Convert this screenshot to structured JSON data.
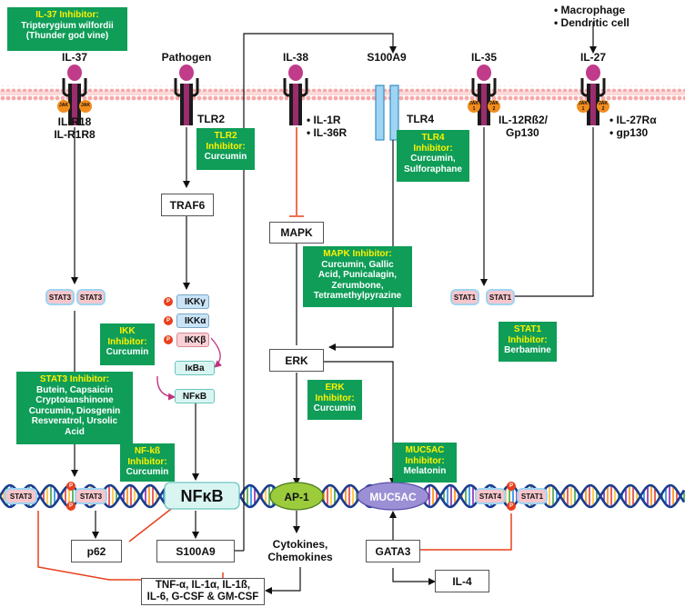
{
  "receptors": {
    "il37": "IL-37",
    "pathogen": "Pathogen",
    "il38": "IL-38",
    "s100a9_top": "S100A9",
    "il35": "IL-35",
    "il27": "IL-27",
    "il_r18": "IL-R18",
    "il_r1r8": "IL-R1R8",
    "tlr2": "TLR2",
    "il_1r": "• IL-1R",
    "il_36r": "• IL-36R",
    "tlr4": "TLR4",
    "il12rb2": "IL-12Rß2/",
    "gp130_a": "Gp130",
    "il27ra": "• IL-27Rα",
    "gp130_b": "• gp130",
    "macrophage": "• Macrophage",
    "dendritic": "• Dendritic cell"
  },
  "jak": {
    "jak": "JAK",
    "jak1": "JAK\n1",
    "jak2": "JAK\n2"
  },
  "inhibitors": {
    "il37": {
      "title": "IL-37 Inhibitor:",
      "body": "Tripterygium wilfordii\n(Thunder god vine)"
    },
    "tlr2": {
      "title": "TLR2\nInhibitor:",
      "body": "Curcumin"
    },
    "tlr4": {
      "title": "TLR4\nInhibitor:",
      "body": "Curcumin,\nSulforaphane"
    },
    "mapk": {
      "title": "MAPK Inhibitor:",
      "body": "Curcumin, Gallic\nAcid, Punicalagin,\nZerumbone,\nTetramethylpyrazine"
    },
    "ikk": {
      "title": "IKK\nInhibitor:",
      "body": "Curcumin"
    },
    "stat1": {
      "title": "STAT1\nInhibitor:",
      "body": "Berbamine"
    },
    "stat3": {
      "title": "STAT3 Inhibitor:",
      "body": "Butein, Capsaicin\nCryptotanshinone\nCurcumin, Diosgenin\nResveratrol, Ursolic\nAcid"
    },
    "erk": {
      "title": "ERK\nInhibitor:",
      "body": "Curcumin"
    },
    "nfkb": {
      "title": "NF-kß\nInhibitor:",
      "body": "Curcumin"
    },
    "muc5ac": {
      "title": "MUC5AC\nInhibitor:",
      "body": "Melatonin"
    }
  },
  "nodes": {
    "traf6": "TRAF6",
    "mapk": "MAPK",
    "erk": "ERK",
    "ikk_gamma": "IKKγ",
    "ikk_alpha": "IKKα",
    "ikk_beta": "IKKβ",
    "ikba": "IκBa",
    "nfkb_small": "NFκB",
    "stat3": "STAT3",
    "stat1": "STAT1",
    "stat4": "STAT4",
    "p_label": "P",
    "nfkb_big": "NFκB",
    "ap1": "AP-1",
    "muc5ac": "MUC5AC",
    "p62": "p62",
    "s100a9_bottom": "S100A9",
    "cytokines": "Cytokines,\nChemokines",
    "gata3": "GATA3",
    "il4": "IL-4",
    "tnf": "TNF-α, IL-1α, IL-1ß,\nIL-6, G-CSF & GM-CSF"
  },
  "colors": {
    "inhibitor_bg": "#0f9d58",
    "inhibitor_title": "#fff200",
    "receptor": "#9b2c6e",
    "receptor_head": "#c03c8a",
    "jak": "#f28c1c",
    "membrane": "#f5b5b5",
    "inhibit_line": "#e8401c",
    "arrow": "#111111",
    "ap1": "#9ccc3c",
    "muc5ac": "#9b8fd6"
  }
}
